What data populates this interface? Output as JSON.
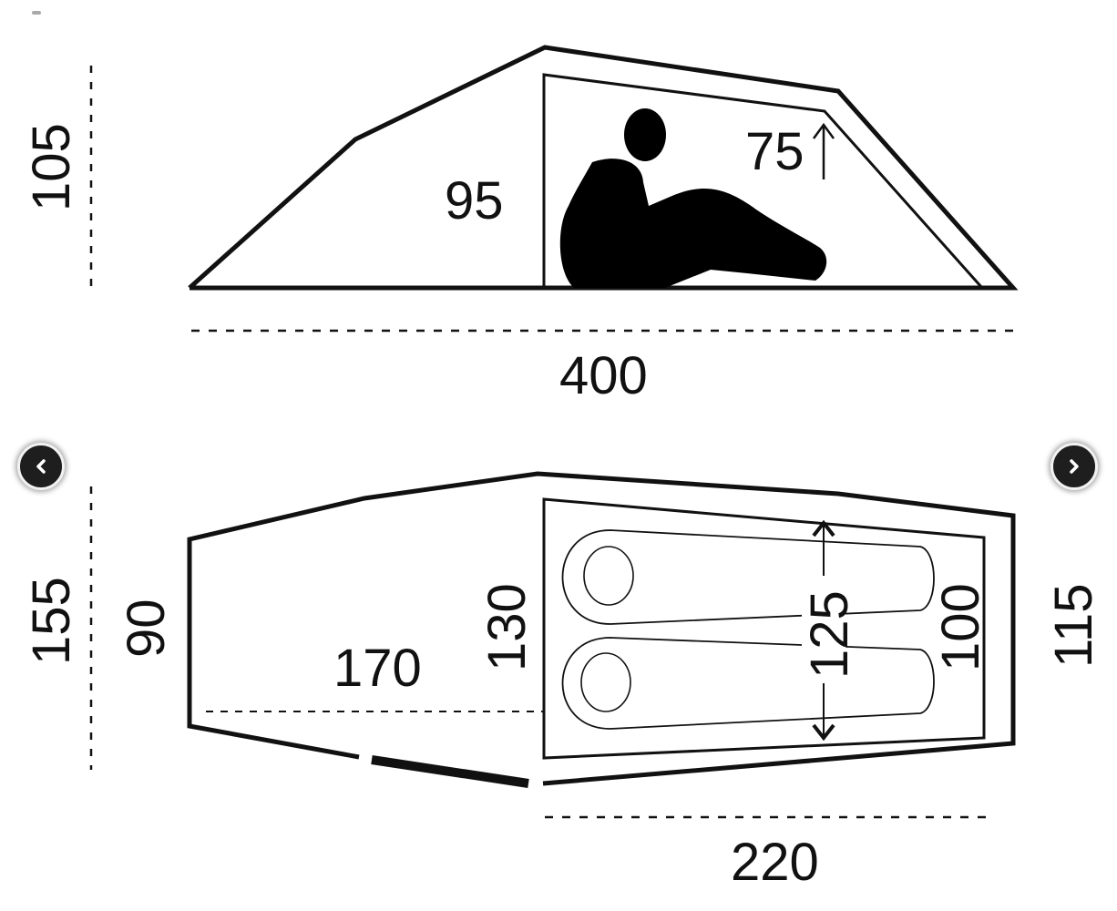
{
  "side_view": {
    "total_height": "105",
    "inner_height": "95",
    "foot_height": "75",
    "length": "400"
  },
  "floor_plan": {
    "total_width": "155",
    "vestibule_width": "90",
    "vestibule_length": "170",
    "inner_head_width": "130",
    "sleeping_width": "125",
    "inner_foot_width": "100",
    "foot_width": "115",
    "inner_length": "220"
  },
  "navigation": {
    "prev_icon": "chevron-left",
    "next_icon": "chevron-right"
  },
  "colors": {
    "line": "#111111",
    "button_bg": "#1e1e1e",
    "button_border": "#f2f2f2"
  }
}
